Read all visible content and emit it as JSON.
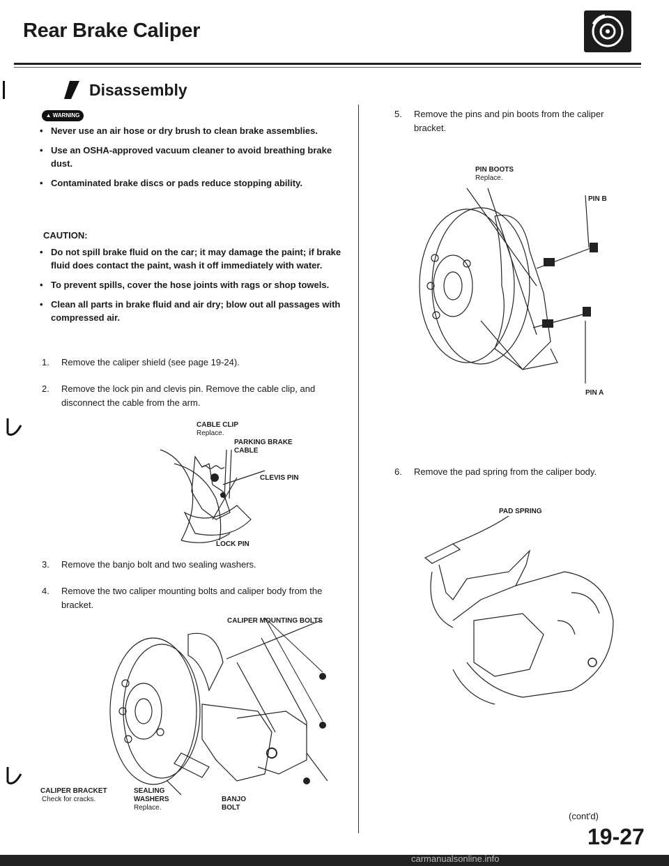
{
  "header": {
    "title": "Rear Brake Caliper"
  },
  "section": {
    "title": "Disassembly"
  },
  "warning": {
    "badge": "WARNING",
    "items": [
      "Never use an air hose or dry brush to clean brake assemblies.",
      "Use an OSHA-approved vacuum cleaner to avoid breathing brake dust.",
      "Contaminated brake discs or pads reduce stopping ability."
    ]
  },
  "caution": {
    "title": "CAUTION:",
    "items": [
      "Do not spill brake fluid on the car; it may damage the paint; if brake fluid does contact the paint, wash it off immediately with water.",
      "To prevent spills, cover the hose joints with rags or shop towels.",
      "Clean all parts in brake fluid and air dry; blow out all passages with compressed air."
    ]
  },
  "steps": [
    {
      "num": "1.",
      "text": "Remove the caliper shield (see page 19-24)."
    },
    {
      "num": "2.",
      "text": "Remove the lock pin and clevis pin. Remove the cable clip, and disconnect the cable from the arm."
    },
    {
      "num": "3.",
      "text": "Remove the banjo bolt and two sealing washers."
    },
    {
      "num": "4.",
      "text": "Remove the two caliper mounting bolts and caliper body from the bracket."
    },
    {
      "num": "5.",
      "text": "Remove the pins and pin boots from the caliper bracket."
    },
    {
      "num": "6.",
      "text": "Remove the pad spring from the caliper body."
    }
  ],
  "fig1": {
    "cable_clip": "CABLE CLIP",
    "cable_clip_sub": "Replace.",
    "parking_brake": "PARKING BRAKE CABLE",
    "clevis_pin": "CLEVIS PIN",
    "lock_pin": "LOCK PIN"
  },
  "fig2": {
    "mounting_bolts": "CALIPER MOUNTING BOLTS",
    "bracket": "CALIPER BRACKET",
    "bracket_sub": "Check for cracks.",
    "washers": "SEALING WASHERS",
    "washers_sub": "Replace.",
    "banjo": "BANJO BOLT"
  },
  "fig3": {
    "pin_boots": "PIN BOOTS",
    "pin_boots_sub": "Replace.",
    "pin_b": "PIN B",
    "pin_a": "PIN A"
  },
  "fig4": {
    "pad_spring": "PAD SPRING"
  },
  "footer": {
    "contd": "(cont'd)",
    "page": "19-27",
    "watermark": "carmanualsonline.info"
  }
}
